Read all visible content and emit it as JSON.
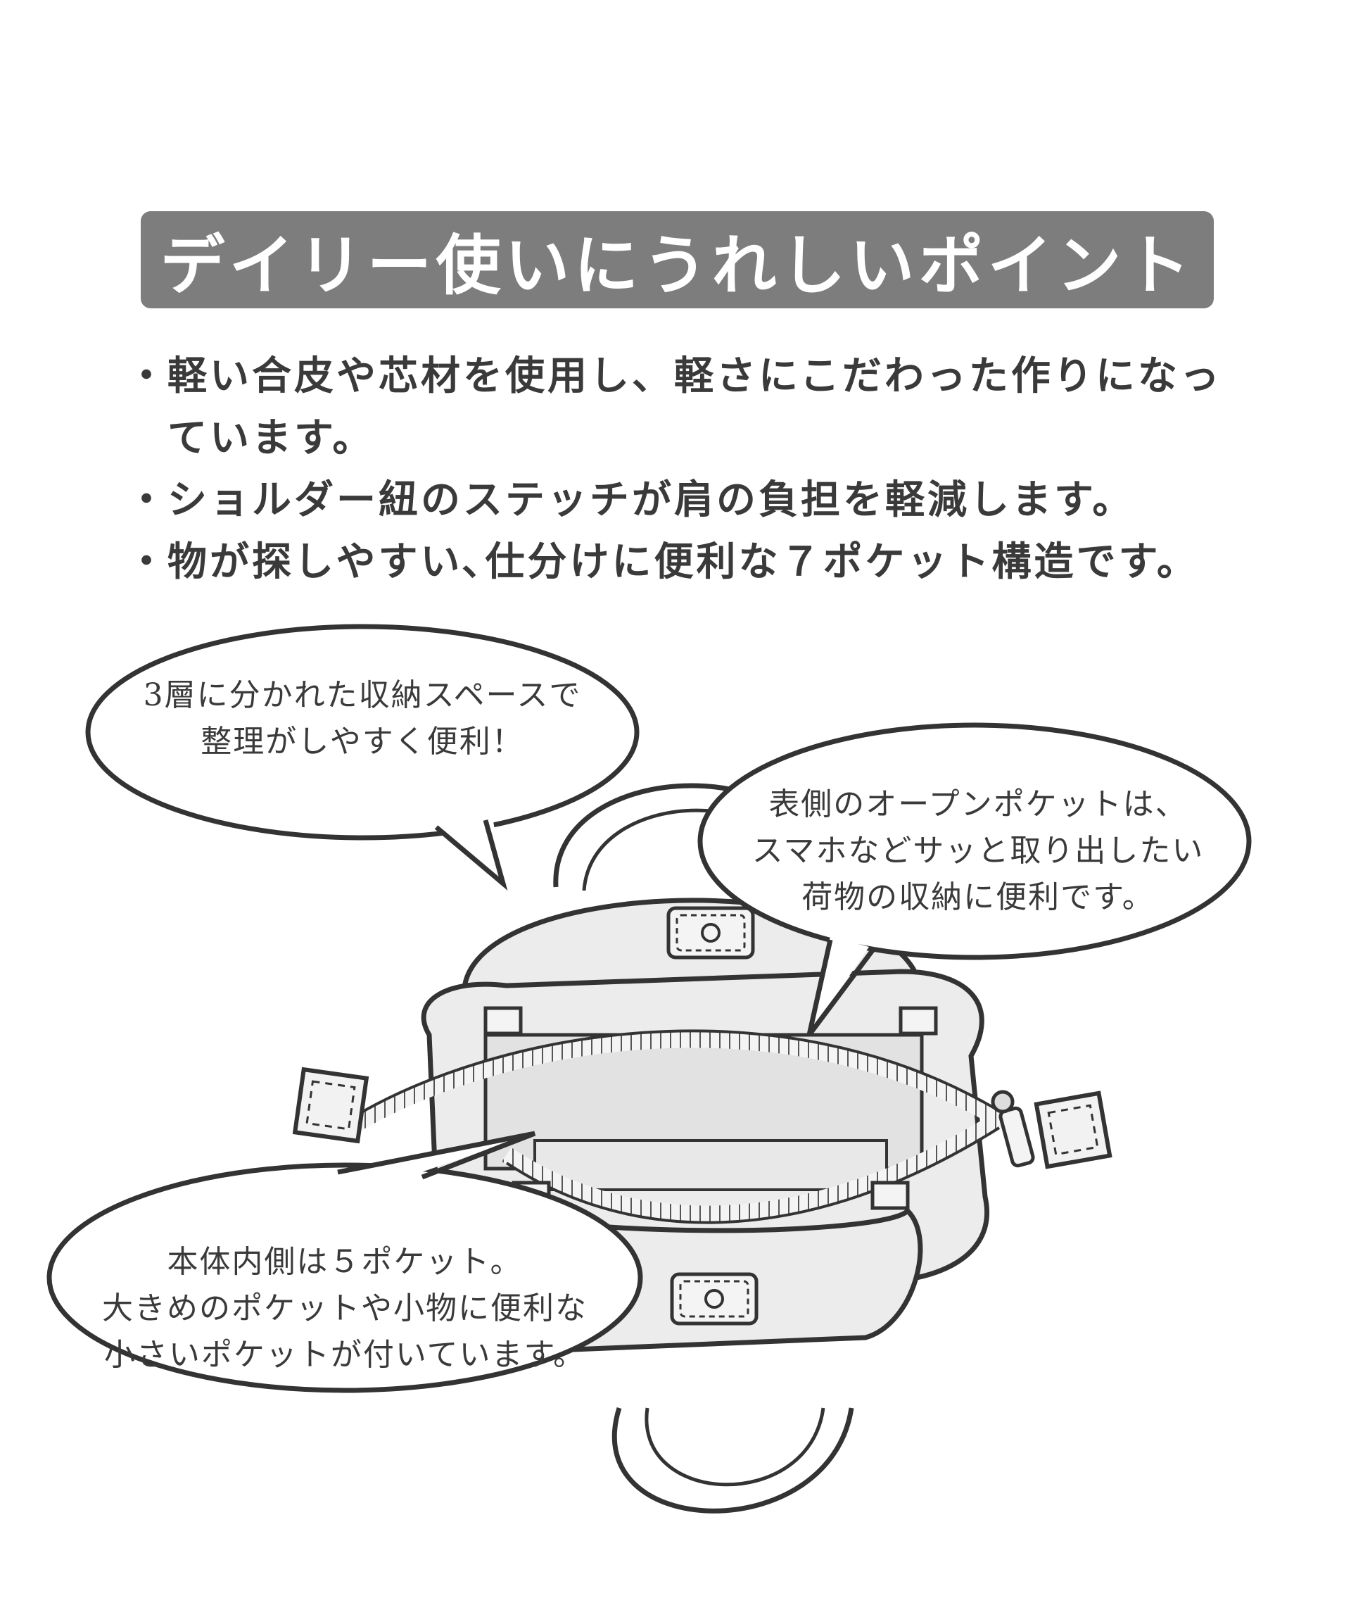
{
  "title": "デイリー使いにうれしいポイント",
  "points": [
    "軽い合皮や芯材を使用し、軽さにこだわった作りになっています。",
    "ショルダー紐のステッチが肩の負担を軽減します。",
    "物が探しやすい､仕分けに便利な７ポケット構造です。"
  ],
  "callouts": {
    "layers": [
      "3層に分かれた収納スペースで",
      "整理がしやすく便利！"
    ],
    "outer_pocket": [
      "表側のオープンポケットは、",
      "スマホなどサッと取り出したい",
      "荷物の収納に便利です。"
    ],
    "inner_pockets": [
      "本体内側は５ポケット。",
      "大きめのポケットや小物に便利な",
      "小さいポケットが付いています。"
    ]
  },
  "colors": {
    "title_bg": "#7d7d7d",
    "title_text": "#ffffff",
    "text": "#3a3a3a",
    "bag_fill": "#ececec",
    "outline": "#333333"
  }
}
